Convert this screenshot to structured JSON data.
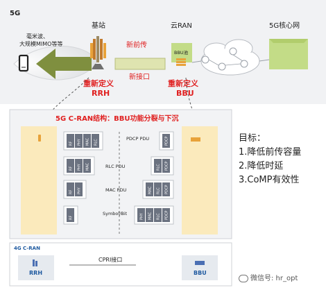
{
  "top": {
    "tag_5g": "5G",
    "base_station": "基站",
    "cloud_ran": "云RAN",
    "core_network": "5G核心网",
    "mmwave_line1": "毫米波、",
    "mmwave_line2": "大规模MIMO等等",
    "new_fronthaul": "新前传",
    "new_interface": "新接口",
    "bbu_pool": "BBU池",
    "redefine_rrh_line1": "重新定义",
    "redefine_rrh_line2": "RRH",
    "redefine_bbu_line1": "重新定义",
    "redefine_bbu_line2": "BBU"
  },
  "middle": {
    "title": "5G C-RAN结构：BBU功能分裂与下沉",
    "pdcp_pdu": "PDCP PDU",
    "rlc_pdu": "RLC PDU",
    "mac_pdu": "MAC PDU",
    "symbol_bit": "Symbol/Bit",
    "goals": {
      "heading": "目标：",
      "item1": "1.降低前传容量",
      "item2": "2.降低时延",
      "item3": "3.CoMP有效性"
    }
  },
  "bottom": {
    "tag_4g": "4G C-RAN",
    "rrh": "RRH",
    "cpri": "CPRI接口",
    "bbu": "BBU"
  },
  "stack_labels": {
    "rf": "RF",
    "phy": "PHY",
    "mac": "MAC",
    "rlc": "RLC",
    "pdcp": "PDCP"
  },
  "watermark": "微信号: hr_opt",
  "colors": {
    "top_band": "#f1f2f4",
    "arrow_green": "#7f8f3f",
    "fronthaul_fill": "#dfe4b0",
    "core_box": "#c3dc87",
    "panel_fill": "#f2f3f5",
    "yellow_block": "#fbeabc",
    "red_text": "#e02020",
    "blue_text": "#1f5aa0"
  }
}
